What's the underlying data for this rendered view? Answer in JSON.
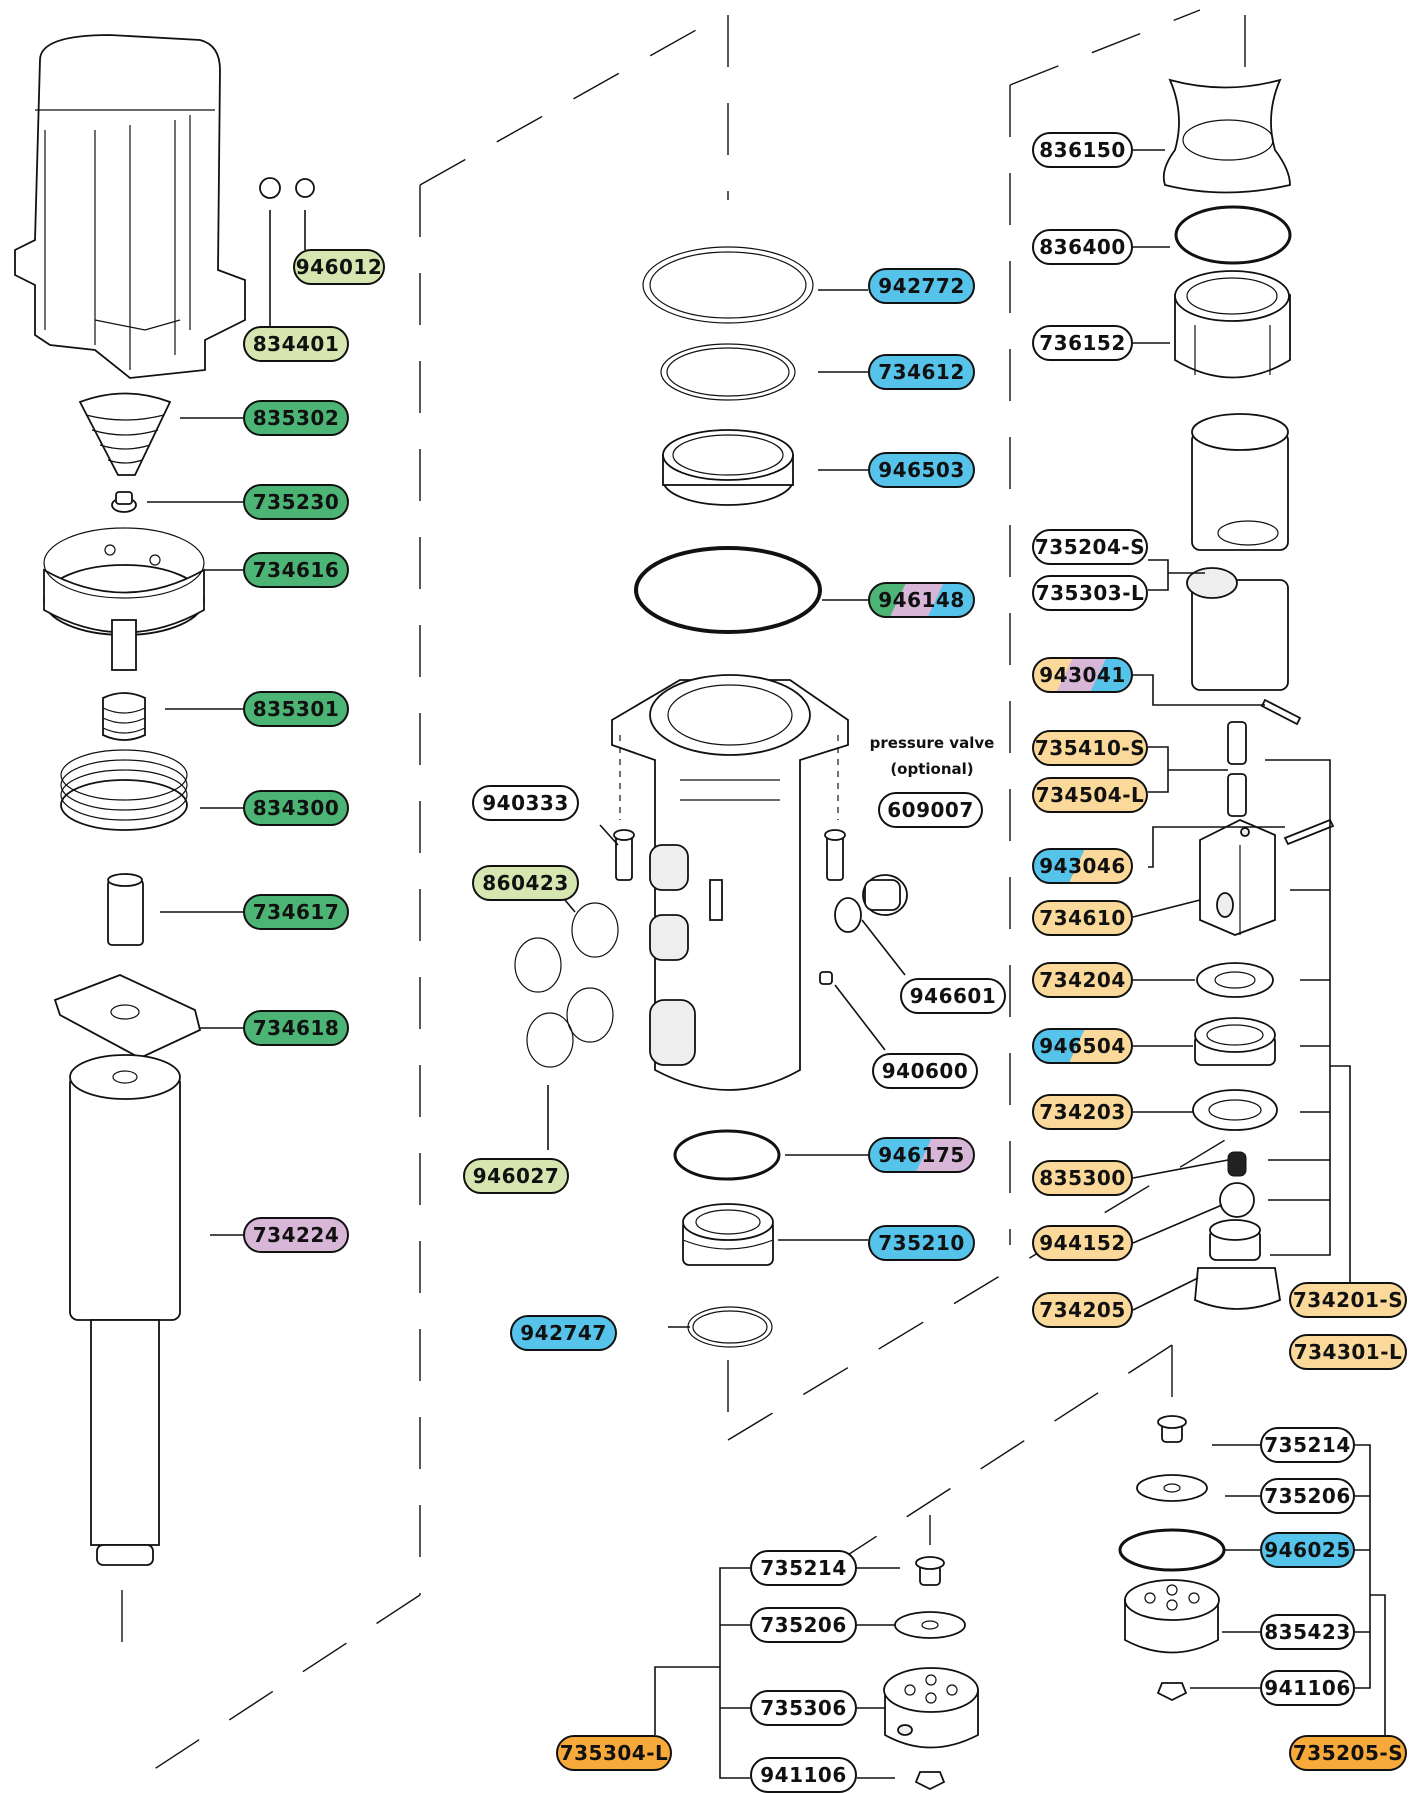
{
  "colors": {
    "white": "#ffffff",
    "light_green": "#d6e6b1",
    "dark_green": "#4cb575",
    "blue": "#56c3ea",
    "lavender": "#d8b6d8",
    "peach": "#fbd99a",
    "orange": "#f7aa3a"
  },
  "note": {
    "line1": "pressure valve",
    "line2": "(optional)"
  },
  "labels": {
    "p946012": "946012",
    "p834401": "834401",
    "p835302": "835302",
    "p735230": "735230",
    "p734616": "734616",
    "p835301": "835301",
    "p834300": "834300",
    "p734617": "734617",
    "p734618": "734618",
    "p734224": "734224",
    "p942772": "942772",
    "p734612": "734612",
    "p946503": "946503",
    "p946148": "946148",
    "p940333": "940333",
    "p860423": "860423",
    "p609007": "609007",
    "p946601": "946601",
    "p940600": "940600",
    "p946027": "946027",
    "p946175": "946175",
    "p735210": "735210",
    "p942747": "942747",
    "p836150": "836150",
    "p836400": "836400",
    "p736152": "736152",
    "p735204S": "735204-S",
    "p735303L": "735303-L",
    "p943041": "943041",
    "p735410S": "735410-S",
    "p734504L": "734504-L",
    "p943046": "943046",
    "p734610": "734610",
    "p734204": "734204",
    "p946504": "946504",
    "p734203": "734203",
    "p835300": "835300",
    "p944152": "944152",
    "p734205": "734205",
    "p734201S": "734201-S",
    "p734301L": "734301-L",
    "b735214": "735214",
    "b735206": "735206",
    "b946025": "946025",
    "b835423": "835423",
    "b941106": "941106",
    "b735205S": "735205-S",
    "c735214": "735214",
    "c735206": "735206",
    "c735306": "735306",
    "c941106": "941106",
    "c735304L": "735304-L"
  }
}
